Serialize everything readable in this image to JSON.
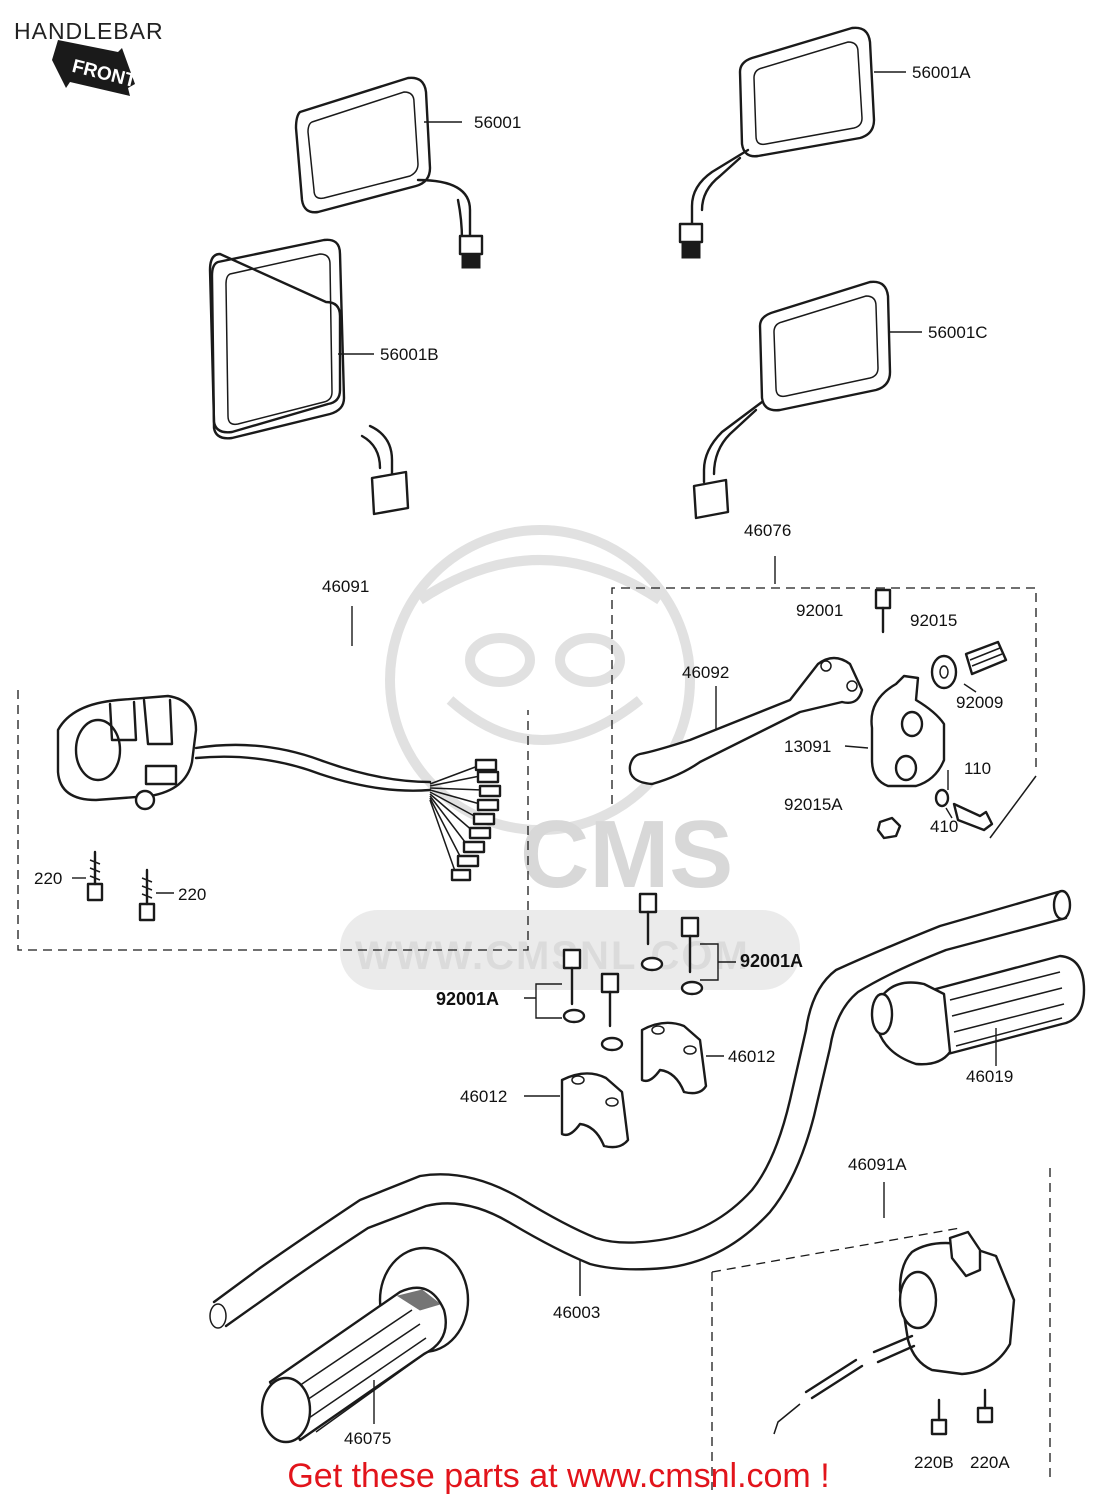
{
  "title": "HANDLEBAR",
  "front_label": "FRONT",
  "watermark": {
    "text": "WWW.CMSNL.COM",
    "logo": "CMS"
  },
  "parts": {
    "p56001": "56001",
    "p56001A": "56001A",
    "p56001B": "56001B",
    "p56001C": "56001C",
    "p46076": "46076",
    "p46091": "46091",
    "p92001": "92001",
    "p92015": "92015",
    "p92009": "92009",
    "p46092": "46092",
    "p13091": "13091",
    "p110": "110",
    "p92015A": "92015A",
    "p410": "410",
    "p220a": "220",
    "p220b": "220",
    "p92001A_right": "92001A",
    "p92001A_left": "92001A",
    "p46012_right": "46012",
    "p46012_left": "46012",
    "p46019": "46019",
    "p46091A": "46091A",
    "p46003": "46003",
    "p46075": "46075",
    "p220B": "220B",
    "p220A": "220A"
  },
  "cta": "Get these parts at www.cmsnl.com !",
  "colors": {
    "cta": "#e2141b",
    "line": "#1a1a1a",
    "watermark": "#d8d8d8"
  }
}
